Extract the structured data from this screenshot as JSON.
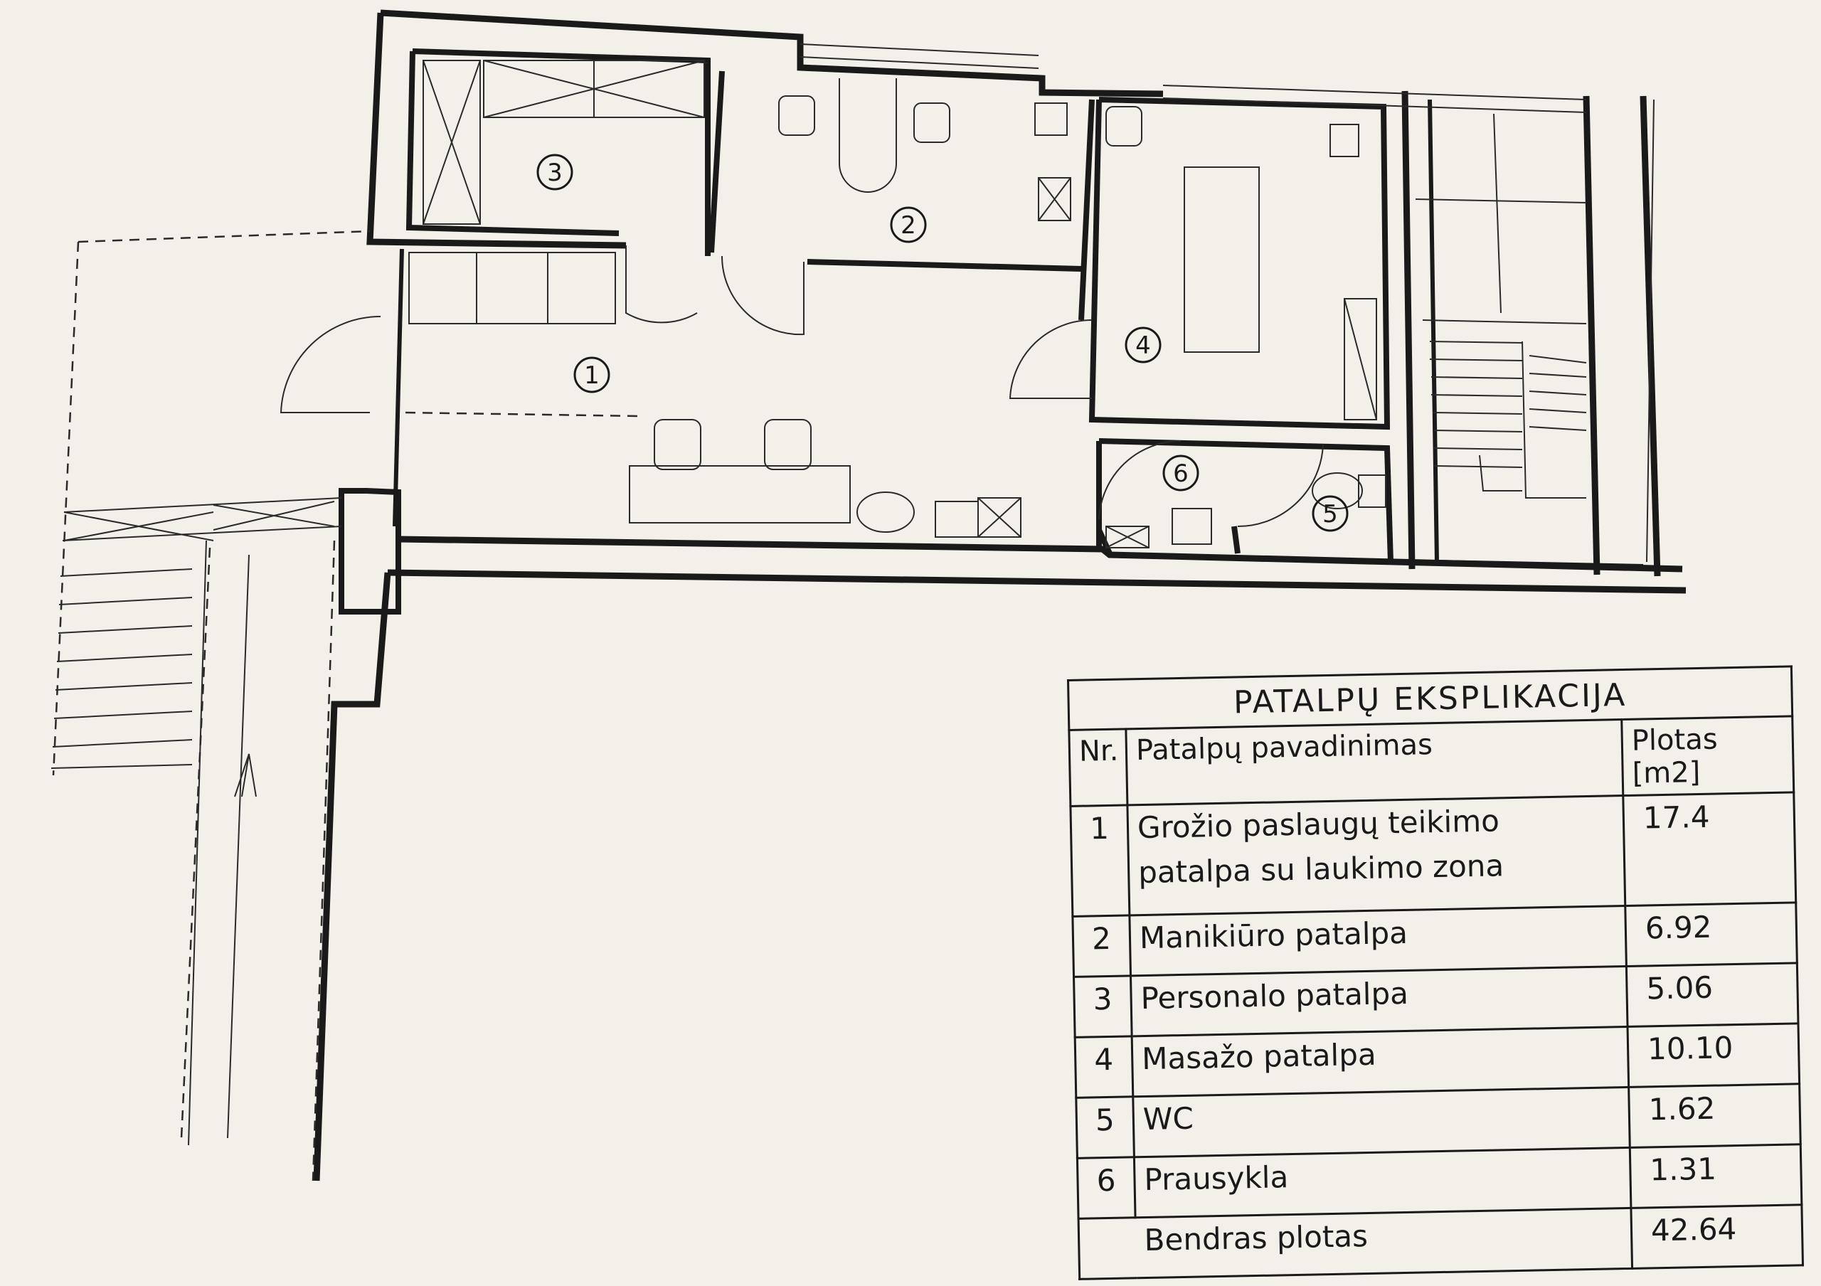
{
  "plan": {
    "room_labels": [
      "1",
      "2",
      "3",
      "4",
      "5",
      "6"
    ]
  },
  "explication": {
    "title": "PATALPŲ EKSPLIKACIJA",
    "headers": {
      "nr": "Nr.",
      "name": "Patalpų pavadinimas",
      "area": "Plotas [m2]"
    },
    "rows": [
      {
        "nr": "1",
        "name_line1": "Grožio paslaugų teikimo",
        "name_line2": "patalpa su laukimo zona",
        "area": "17.4"
      },
      {
        "nr": "2",
        "name": "Manikiūro patalpa",
        "area": "6.92"
      },
      {
        "nr": "3",
        "name": "Personalo patalpa",
        "area": "5.06"
      },
      {
        "nr": "4",
        "name": "Masažo patalpa",
        "area": "10.10"
      },
      {
        "nr": "5",
        "name": "WC",
        "area": "1.62"
      },
      {
        "nr": "6",
        "name": "Prausykla",
        "area": "1.31"
      }
    ],
    "total": {
      "label": "Bendras plotas",
      "area": "42.64"
    }
  }
}
